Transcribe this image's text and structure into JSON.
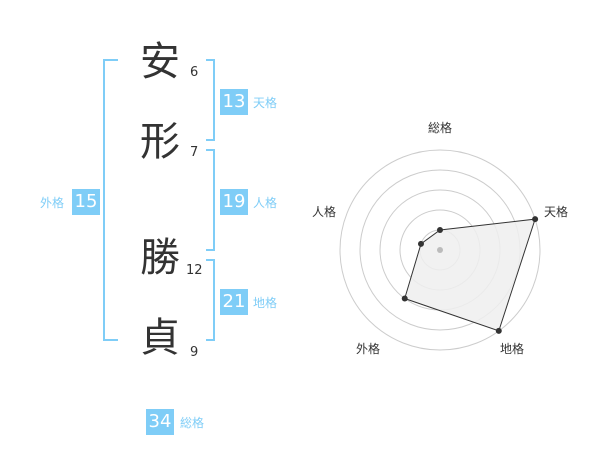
{
  "name": {
    "characters": [
      {
        "char": "安",
        "strokes": "6"
      },
      {
        "char": "形",
        "strokes": "7"
      },
      {
        "char": "勝",
        "strokes": "12"
      },
      {
        "char": "貞",
        "strokes": "9"
      }
    ]
  },
  "fortunes": {
    "tenkaku": {
      "value": "13",
      "label": "天格"
    },
    "jinkaku": {
      "value": "19",
      "label": "人格"
    },
    "chikaku": {
      "value": "21",
      "label": "地格"
    },
    "gaikaku": {
      "value": "15",
      "label": "外格"
    },
    "soukaku": {
      "value": "34",
      "label": "総格"
    }
  },
  "colors": {
    "accent": "#7fcdf7",
    "text": "#333333",
    "ring": "#cccccc",
    "fill": "#eeeeee",
    "line": "#333333"
  },
  "chart_data": {
    "type": "radar",
    "axes": [
      "総格",
      "天格",
      "地格",
      "外格",
      "人格"
    ],
    "values": [
      1,
      5,
      5,
      3,
      1
    ],
    "max": 5,
    "grid": true
  }
}
